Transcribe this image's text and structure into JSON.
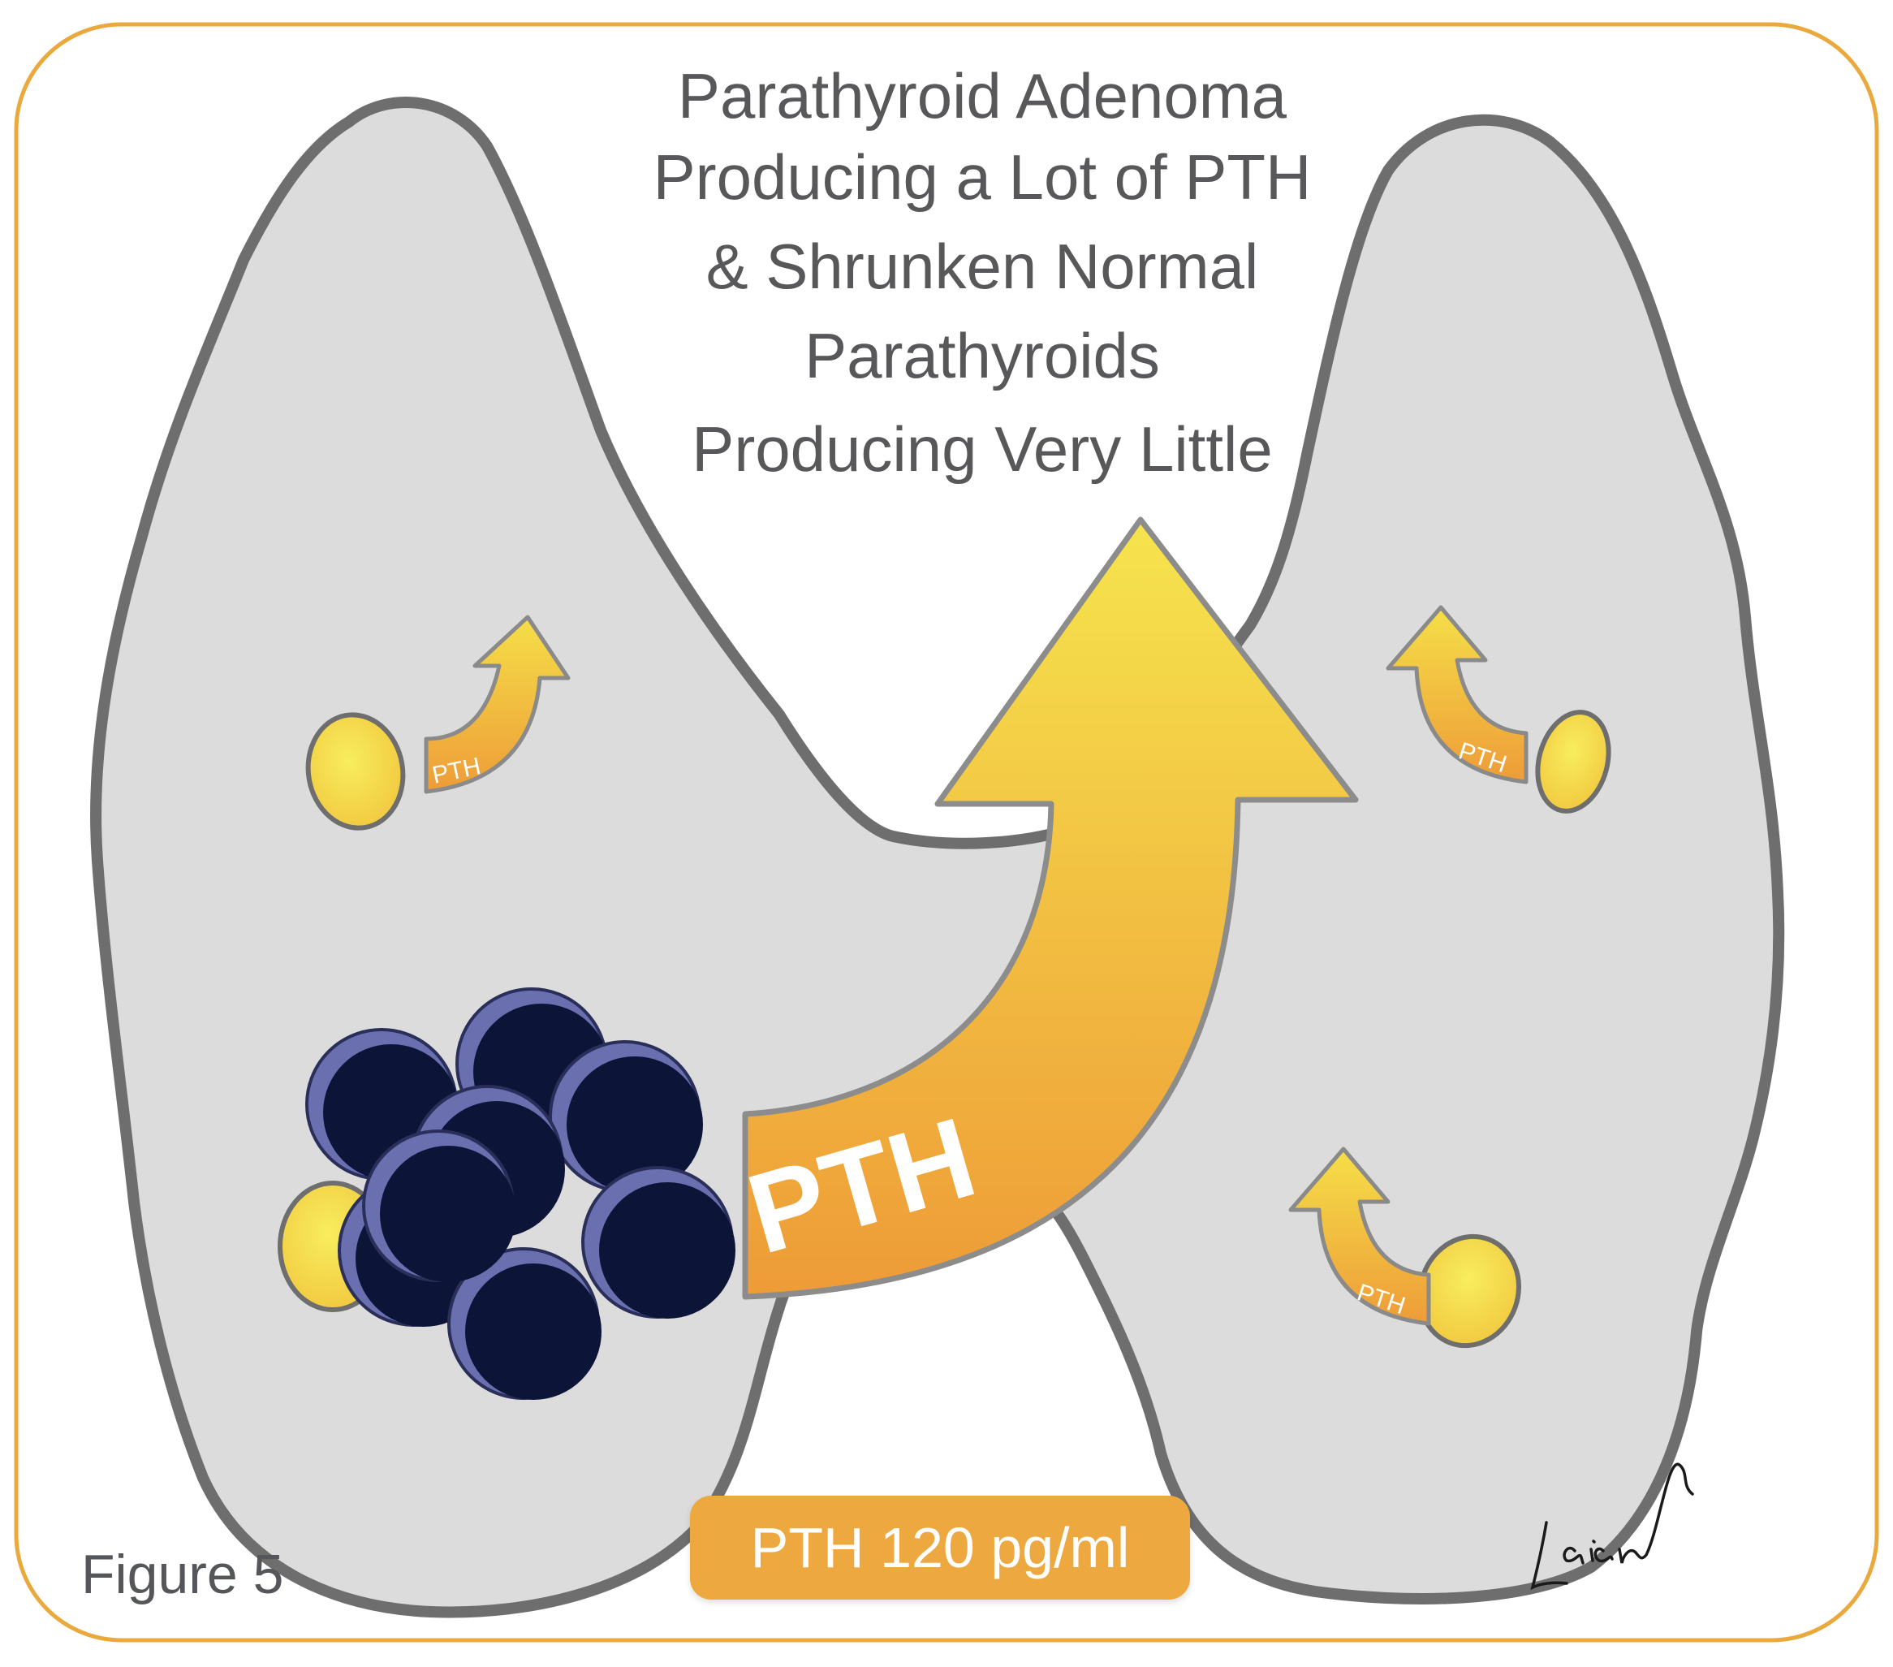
{
  "title_lines": [
    "Parathyroid Adenoma",
    "Producing a Lot of PTH",
    "& Shrunken Normal",
    "Parathyroids",
    "Producing Very Little"
  ],
  "big_arrow_label": "PTH",
  "small_arrow_label": "PTH",
  "pth_level_badge": "PTH 120 pg/ml",
  "figure_label": "Figure 5",
  "signature": "Lavien",
  "colors": {
    "frame": "#eaa93c",
    "gland": "#dcdcdc",
    "gland_outline": "#6e6e6e",
    "parathyroid": "#f5d443",
    "adenoma_cell": "#0c1538",
    "adenoma_highlight": "#6a6fb0",
    "arrow_top": "#f6e24c",
    "arrow_bottom": "#eea03a",
    "badge": "#eda93f"
  }
}
